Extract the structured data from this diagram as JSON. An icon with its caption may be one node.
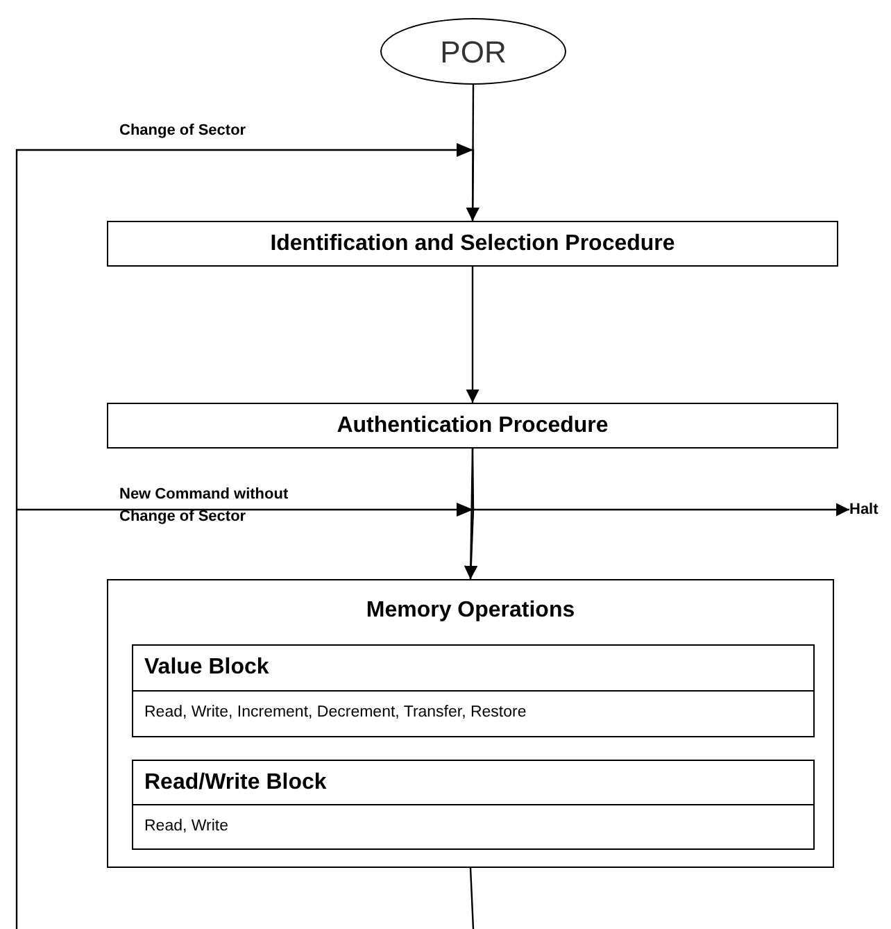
{
  "diagram": {
    "nodes": [
      {
        "text": [
          "POR"
        ]
      },
      {
        "text": [
          "Identification and Selection Procedure"
        ]
      },
      {
        "text": [
          "Authentication Procedure"
        ]
      },
      {
        "text": [
          "Memory Operations"
        ]
      },
      {
        "text": [
          "Value Block",
          "Read, Write, Increment, Decrement, Transfer, Restore"
        ],
        "in": 3
      },
      {
        "text": [
          "Read/Write Block",
          "Read, Write"
        ],
        "in": 3
      },
      {
        "text": [
          "Halt"
        ]
      }
    ],
    "edges": [
      {
        "from": 0,
        "to": 1,
        "arrow": "to"
      },
      {
        "from": 1,
        "to": 2,
        "arrow": "to"
      },
      {
        "from": 2,
        "to": 3,
        "arrow": "to"
      },
      {
        "from": 2,
        "to": 6,
        "arrow": "to"
      },
      {
        "from": null,
        "to": 1,
        "arrow": "to",
        "label": "Change of Sector"
      },
      {
        "from": null,
        "to": 3,
        "arrow": "to",
        "label": "New Command without Change of Sector"
      },
      {
        "from": 3,
        "to": null,
        "arrow": "none"
      }
    ]
  }
}
